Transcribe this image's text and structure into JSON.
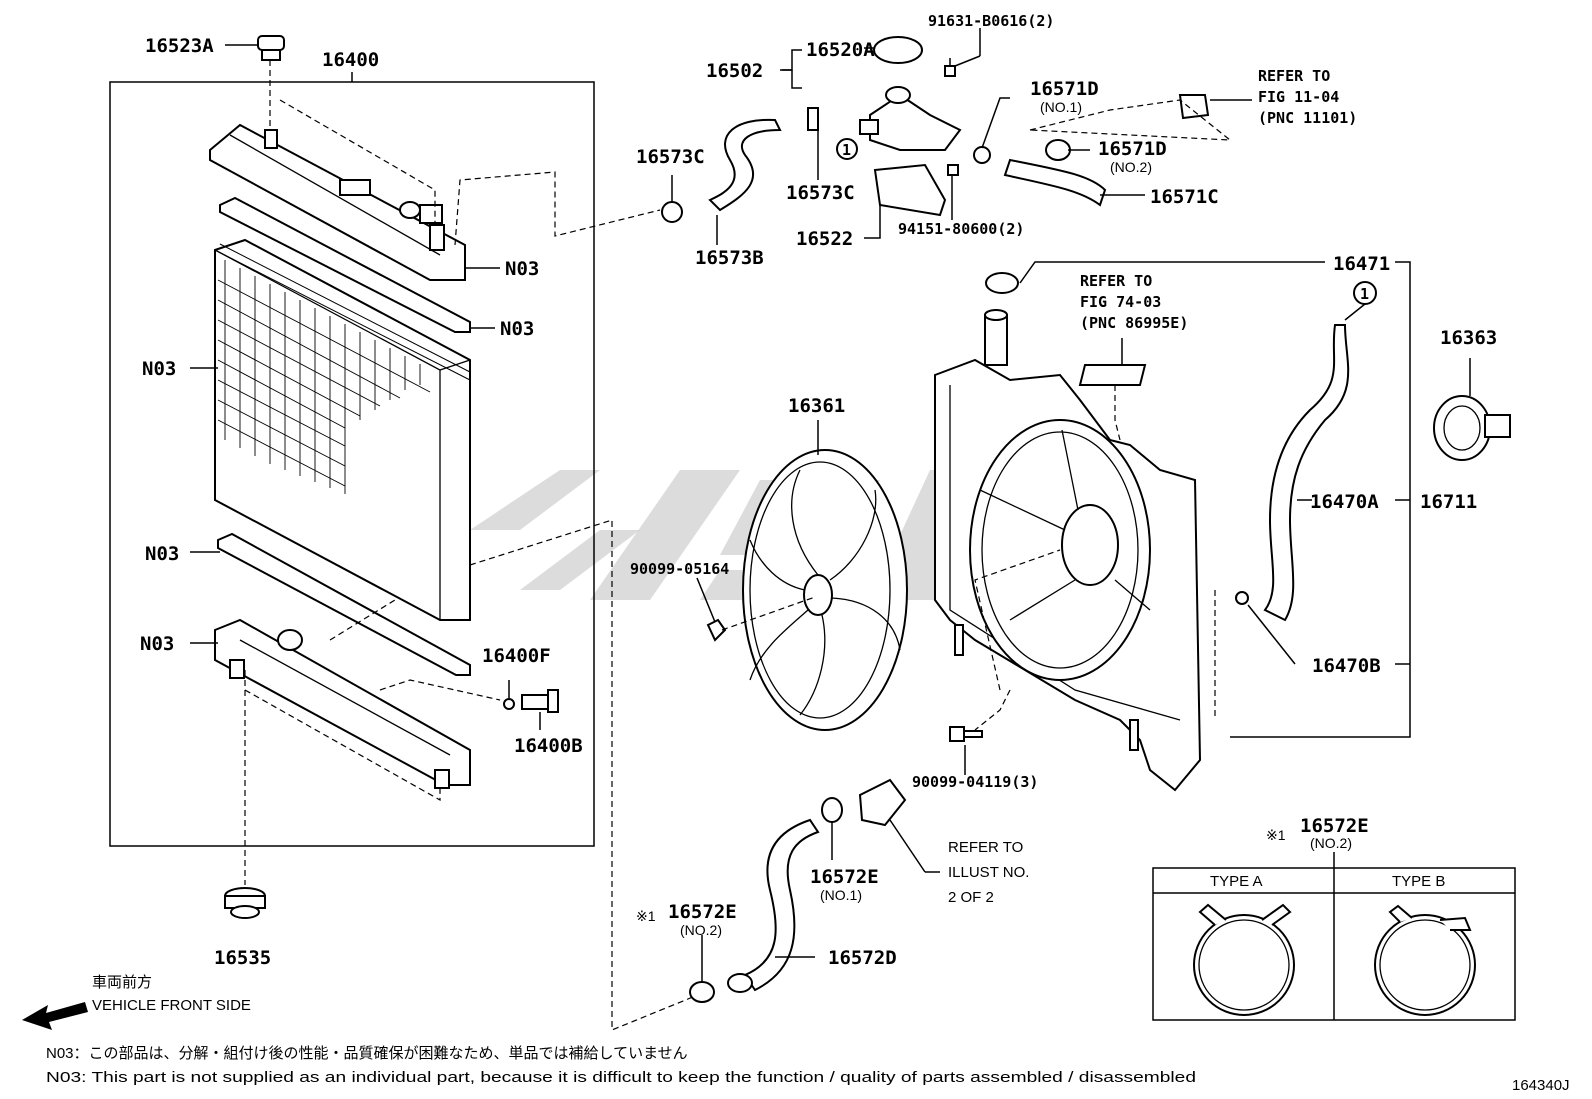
{
  "labels": {
    "p16523A": "16523A",
    "p16400": "16400",
    "n03_a": "N03",
    "n03_b": "N03",
    "n03_c": "N03",
    "n03_d": "N03",
    "n03_e": "N03",
    "p16400F": "16400F",
    "p16400B": "16400B",
    "p16535": "16535",
    "p16502": "16502",
    "p16520A": "16520A",
    "p91631": "91631-B0616(2)",
    "p16571D_1": "16571D",
    "no1_a": "(NO.1)",
    "p16571D_2": "16571D",
    "no2_a": "(NO.2)",
    "p16571C": "16571C",
    "p16573C_a": "16573C",
    "p16573C_b": "16573C",
    "p16573B": "16573B",
    "p16522": "16522",
    "p94151": "94151-80600(2)",
    "p16471": "16471",
    "p16361": "16361",
    "p16363": "16363",
    "p16470A": "16470A",
    "p16711": "16711",
    "p16470B": "16470B",
    "p90099_05164": "90099-05164",
    "p90099_04119": "90099-04119(3)",
    "p16572E_a": "16572E",
    "no1_b": "(NO.1)",
    "p16572E_b": "16572E",
    "no2_b": "(NO.2)",
    "p16572D": "16572D",
    "p16572E_c": "16572E",
    "no2_c": "(NO.2)",
    "asterisk_a": "※1",
    "asterisk_b": "※1",
    "circle_1a": "1",
    "circle_1b": "1",
    "diagram_id": "164340J"
  },
  "refs": {
    "ref_11_04": [
      "REFER TO",
      "FIG 11-04",
      "(PNC 11101)"
    ],
    "ref_74_03": [
      "REFER TO",
      "FIG 74-03",
      "(PNC 86995E)"
    ],
    "ref_illust": [
      "REFER TO",
      "ILLUST NO.",
      "2 OF 2"
    ]
  },
  "type_box": {
    "type_a": "TYPE A",
    "type_b": "TYPE B"
  },
  "direction": {
    "jp": "車両前方",
    "en": "VEHICLE FRONT SIDE"
  },
  "notes": {
    "jp": "N03：この部品は、分解・組付け後の性能・品質確保が困難なため、単品では補給していません",
    "en": "N03: This part is not supplied as an individual part, because it is difficult to keep the function / quality of parts assembled / disassembled"
  }
}
